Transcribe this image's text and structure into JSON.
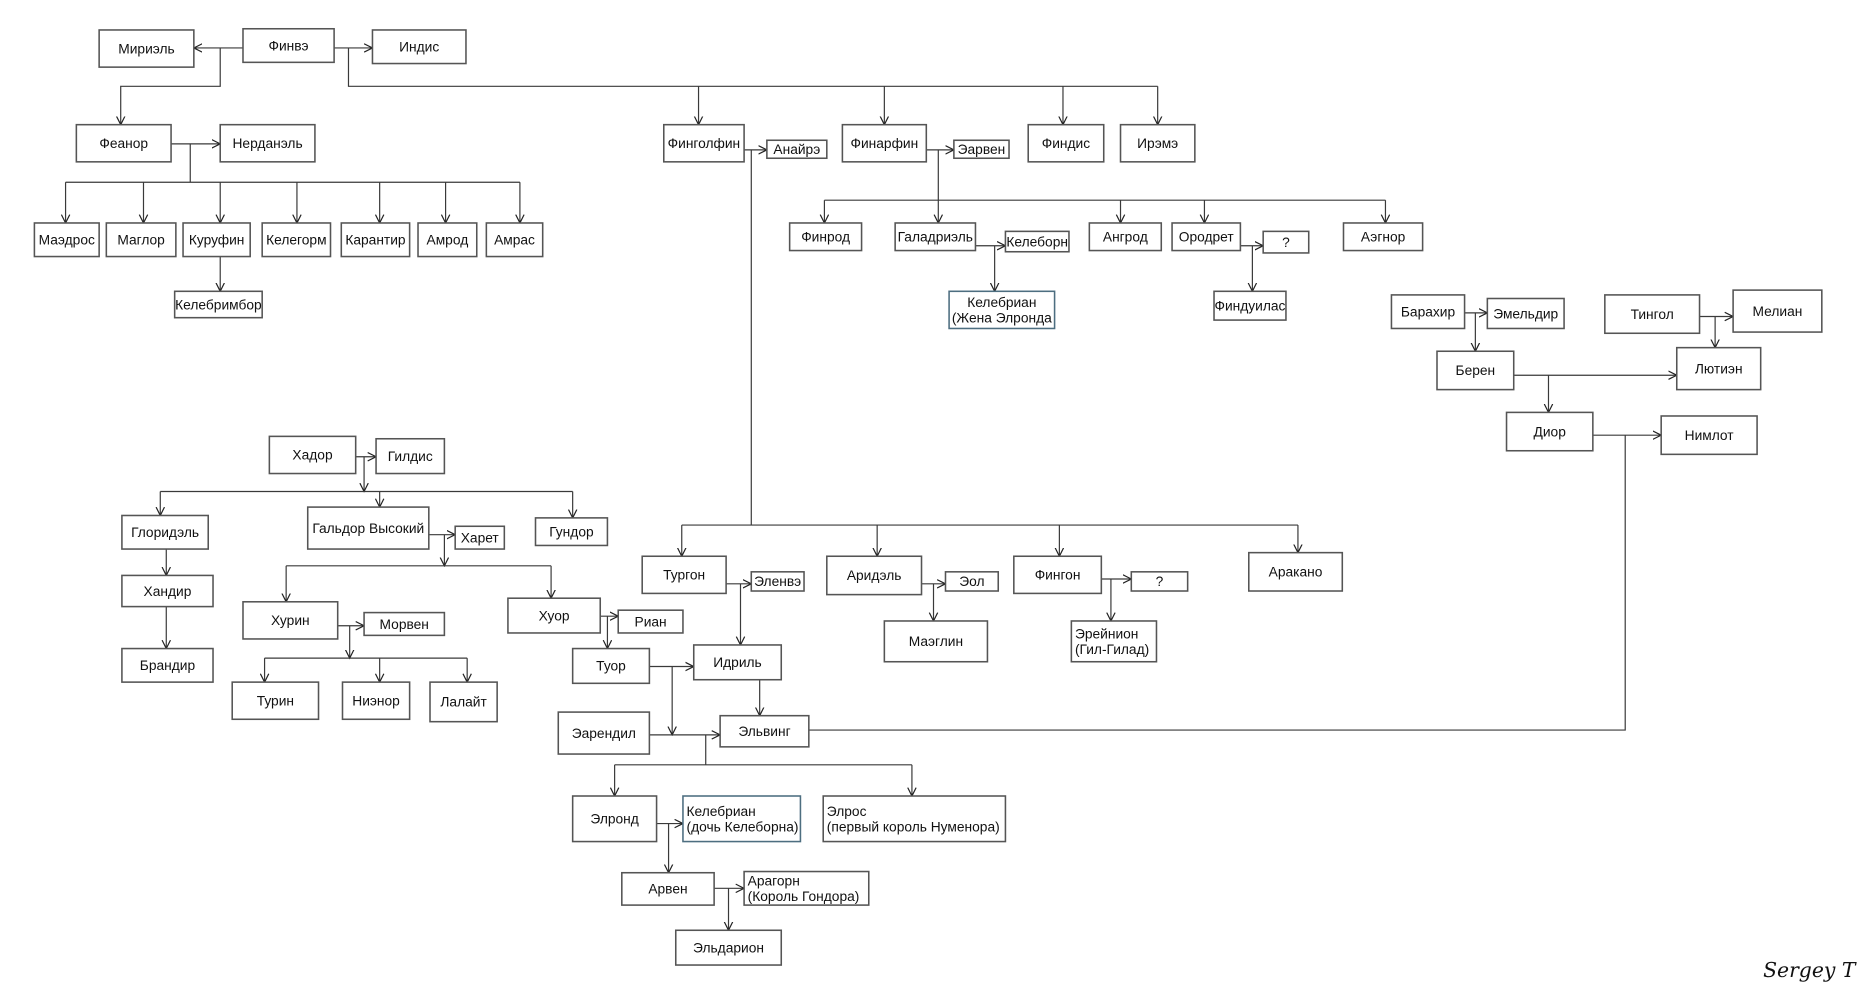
{
  "title": "Family tree",
  "people": {
    "miriel": [
      "Мириэль"
    ],
    "finwe": [
      "Финвэ"
    ],
    "indis": [
      "Индис"
    ],
    "feanor": [
      "Феанор"
    ],
    "nerdanel": [
      "Нерданэль"
    ],
    "maedros": [
      "Маэдрос"
    ],
    "maglor": [
      "Маглор"
    ],
    "curufin": [
      "Куруфин"
    ],
    "celegorm": [
      "Келегорм"
    ],
    "caranthir": [
      "Карантир"
    ],
    "amrod": [
      "Амрод"
    ],
    "amras": [
      "Амрас"
    ],
    "celebrimbor": [
      "Келебримбор"
    ],
    "fingolfin": [
      "Финголфин"
    ],
    "anaire": [
      "Анайрэ"
    ],
    "finarfin": [
      "Финарфин"
    ],
    "earwen": [
      "Эарвен"
    ],
    "findis": [
      "Финдис"
    ],
    "ireth": [
      "Ирэмэ"
    ],
    "finrod": [
      "Финрод"
    ],
    "galadriel": [
      "Галадриэль"
    ],
    "celeborn": [
      "Келеборн"
    ],
    "angrod": [
      "Ангрод"
    ],
    "orodreth": [
      "Ородрет"
    ],
    "unknown1": [
      "?"
    ],
    "aegnor": [
      "Аэгнор"
    ],
    "celebrian1": [
      "Келебриан",
      "(Жена Элронда"
    ],
    "finduilas": [
      "Финдуилас"
    ],
    "barahir": [
      "Барахир"
    ],
    "emeldir": [
      "Эмельдир"
    ],
    "thingol": [
      "Тингол"
    ],
    "melian": [
      "Мелиан"
    ],
    "beren": [
      "Берен"
    ],
    "luthien": [
      "Лютиэн"
    ],
    "dior": [
      "Диор"
    ],
    "nimloth": [
      "Нимлот"
    ],
    "hador": [
      "Хадор"
    ],
    "gildis": [
      "Гилдис"
    ],
    "gloredhel": [
      "Глоридэль"
    ],
    "galdor": [
      "Гальдор Высокий"
    ],
    "hareth": [
      "Харет"
    ],
    "gundor": [
      "Гундор"
    ],
    "handir": [
      "Хандир"
    ],
    "brandir": [
      "Брандир"
    ],
    "hurin": [
      "Хурин"
    ],
    "morwen": [
      "Морвен"
    ],
    "huor": [
      "Хуор"
    ],
    "rian": [
      "Риан"
    ],
    "turin": [
      "Турин"
    ],
    "nienor": [
      "Ниэнор"
    ],
    "lalaith": [
      "Лалайт"
    ],
    "tuor": [
      "Туор"
    ],
    "turgon": [
      "Тургон"
    ],
    "elenwe": [
      "Эленвэ"
    ],
    "aredhel": [
      "Аридэль"
    ],
    "eol": [
      "Эол"
    ],
    "fingon": [
      "Фингон"
    ],
    "unknown2": [
      "?"
    ],
    "arakano": [
      "Аракано"
    ],
    "maeglin": [
      "Маэглин"
    ],
    "ereinion": [
      "Эрейнион",
      "(Гил-Гилад)"
    ],
    "idril": [
      "Идриль"
    ],
    "earendil": [
      "Эарендил"
    ],
    "elwing": [
      "Эльвинг"
    ],
    "elrond": [
      "Элронд"
    ],
    "celebrian2": [
      "Келебриан",
      "(дочь Келеборна)"
    ],
    "elros": [
      "Элрос",
      "(первый король Нуменора)"
    ],
    "arwen": [
      "Арвен"
    ],
    "aragorn": [
      "Арагорн",
      "(Король Гондора)"
    ],
    "eldarion": [
      "Эльдарион"
    ]
  },
  "signature": "Sergey T"
}
